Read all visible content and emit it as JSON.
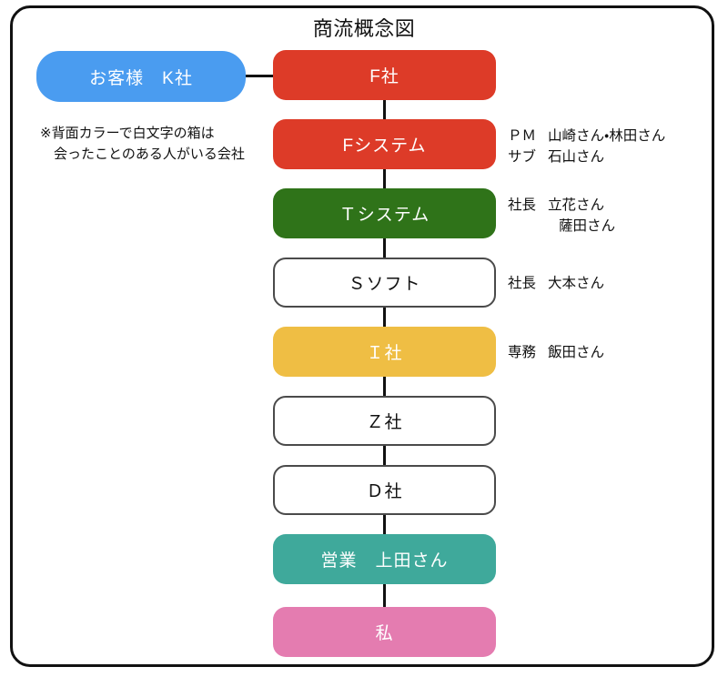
{
  "diagram": {
    "title": "商流概念図",
    "note": {
      "line1": "※背面カラーで白文字の箱は",
      "line2": "会ったことのある人がいる会社"
    },
    "customer_node": {
      "label": "お客様　K社",
      "color": "#4a9cf0",
      "text_color": "#ffffff"
    },
    "chain": [
      {
        "label": "F社",
        "color": "#dd3b28",
        "text_color": "#ffffff",
        "style": "filled",
        "annotation": null
      },
      {
        "label": "Fシステム",
        "color": "#dd3b28",
        "text_color": "#ffffff",
        "style": "filled",
        "annotation": {
          "line1_role": "ＰＭ",
          "line1_name": "山崎さん・林田さん",
          "line2_role": "サブ",
          "line2_name": "石山さん"
        }
      },
      {
        "label": "Ｔシステム",
        "color": "#2f7319",
        "text_color": "#ffffff",
        "style": "filled",
        "annotation": {
          "line1_role": "社長",
          "line1_name": "立花さん",
          "line2_role": "",
          "line2_name": "薩田さん"
        }
      },
      {
        "label": "Ｓソフト",
        "color": "#ffffff",
        "text_color": "#111111",
        "style": "outline",
        "annotation": {
          "line1_role": "社長",
          "line1_name": "大本さん",
          "line2_role": "",
          "line2_name": ""
        }
      },
      {
        "label": "Ｉ社",
        "color": "#efbe44",
        "text_color": "#ffffff",
        "style": "filled",
        "annotation": {
          "line1_role": "専務",
          "line1_name": "飯田さん",
          "line2_role": "",
          "line2_name": ""
        }
      },
      {
        "label": "Ｚ社",
        "color": "#ffffff",
        "text_color": "#111111",
        "style": "outline",
        "annotation": null
      },
      {
        "label": "Ｄ社",
        "color": "#ffffff",
        "text_color": "#111111",
        "style": "outline",
        "annotation": null
      },
      {
        "label": "営業　上田さん",
        "color": "#3fa99b",
        "text_color": "#ffffff",
        "style": "filled",
        "annotation": null
      },
      {
        "label": "私",
        "color": "#e47cb0",
        "text_color": "#ffffff",
        "style": "filled",
        "annotation": null
      }
    ],
    "colors": {
      "frame_border": "#111111",
      "connector": "#111111",
      "outline_border": "#4a4a4a",
      "background": "#ffffff"
    }
  }
}
